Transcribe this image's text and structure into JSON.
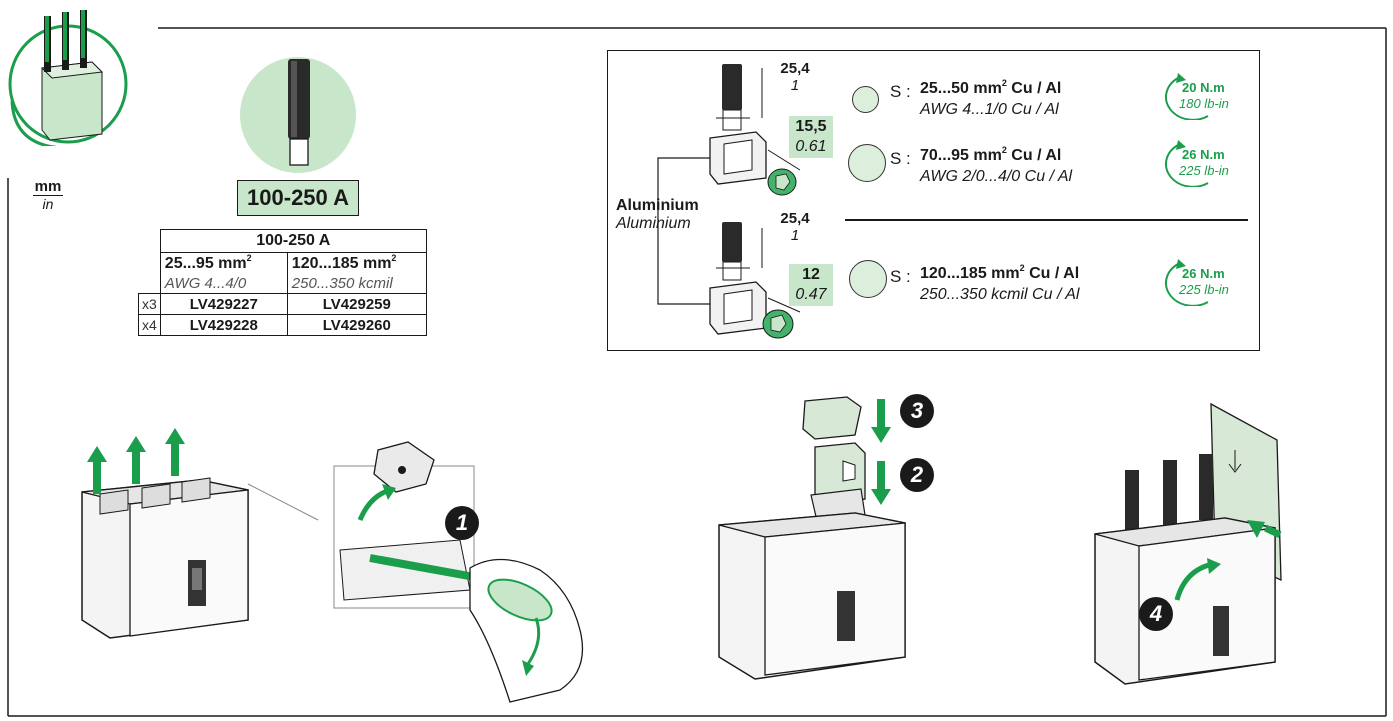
{
  "units": {
    "primary": "mm",
    "secondary": "in"
  },
  "rating_badge": "100-250 A",
  "reference_table": {
    "header": "100-250 A",
    "columns": [
      {
        "section": "25...95 mm",
        "awg": "AWG 4...4/0"
      },
      {
        "section": "120...185 mm",
        "awg": "250...350 kcmil"
      }
    ],
    "sup": "2",
    "rows": [
      {
        "qty": "x3",
        "refs": [
          "LV429227",
          "LV429259"
        ]
      },
      {
        "qty": "x4",
        "refs": [
          "LV429228",
          "LV429260"
        ]
      }
    ]
  },
  "spec": {
    "material": {
      "label": "Aluminium",
      "label_alt": "Aluminium"
    },
    "dims_top": {
      "strip": "25,4",
      "strip_in": "1",
      "hex": "15,5",
      "hex_in": "0.61"
    },
    "dims_bottom": {
      "strip": "25,4",
      "strip_in": "1",
      "hex": "12",
      "hex_in": "0.47"
    },
    "s_label": "S :",
    "cables": [
      {
        "metric": "25...50 mm",
        "metric_suffix": " Cu / Al",
        "imperial": "AWG 4...1/0 Cu / Al",
        "torque_nm": "20 N.m",
        "torque_lb": "180 lb-in"
      },
      {
        "metric": "70...95 mm",
        "metric_suffix": " Cu / Al",
        "imperial": "AWG 2/0...4/0 Cu / Al",
        "torque_nm": "26 N.m",
        "torque_lb": "225 lb-in"
      },
      {
        "metric": "120...185 mm",
        "metric_suffix": " Cu / Al",
        "imperial": "250...350 kcmil Cu / Al",
        "torque_nm": "26 N.m",
        "torque_lb": "225 lb-in"
      }
    ]
  },
  "steps": [
    "1",
    "2",
    "3",
    "4"
  ],
  "colors": {
    "accent_green": "#1b9e4b",
    "light_green": "#c8e6c9",
    "outline": "#1a1a1a"
  },
  "icons": [
    "cable-terminal-icon",
    "cable-end-icon",
    "lug-connector-icon",
    "torque-arrow-icon",
    "screwdriver-icon",
    "breaker-icon",
    "up-arrow-icon",
    "down-arrow-icon",
    "phase-barrier-icon"
  ]
}
